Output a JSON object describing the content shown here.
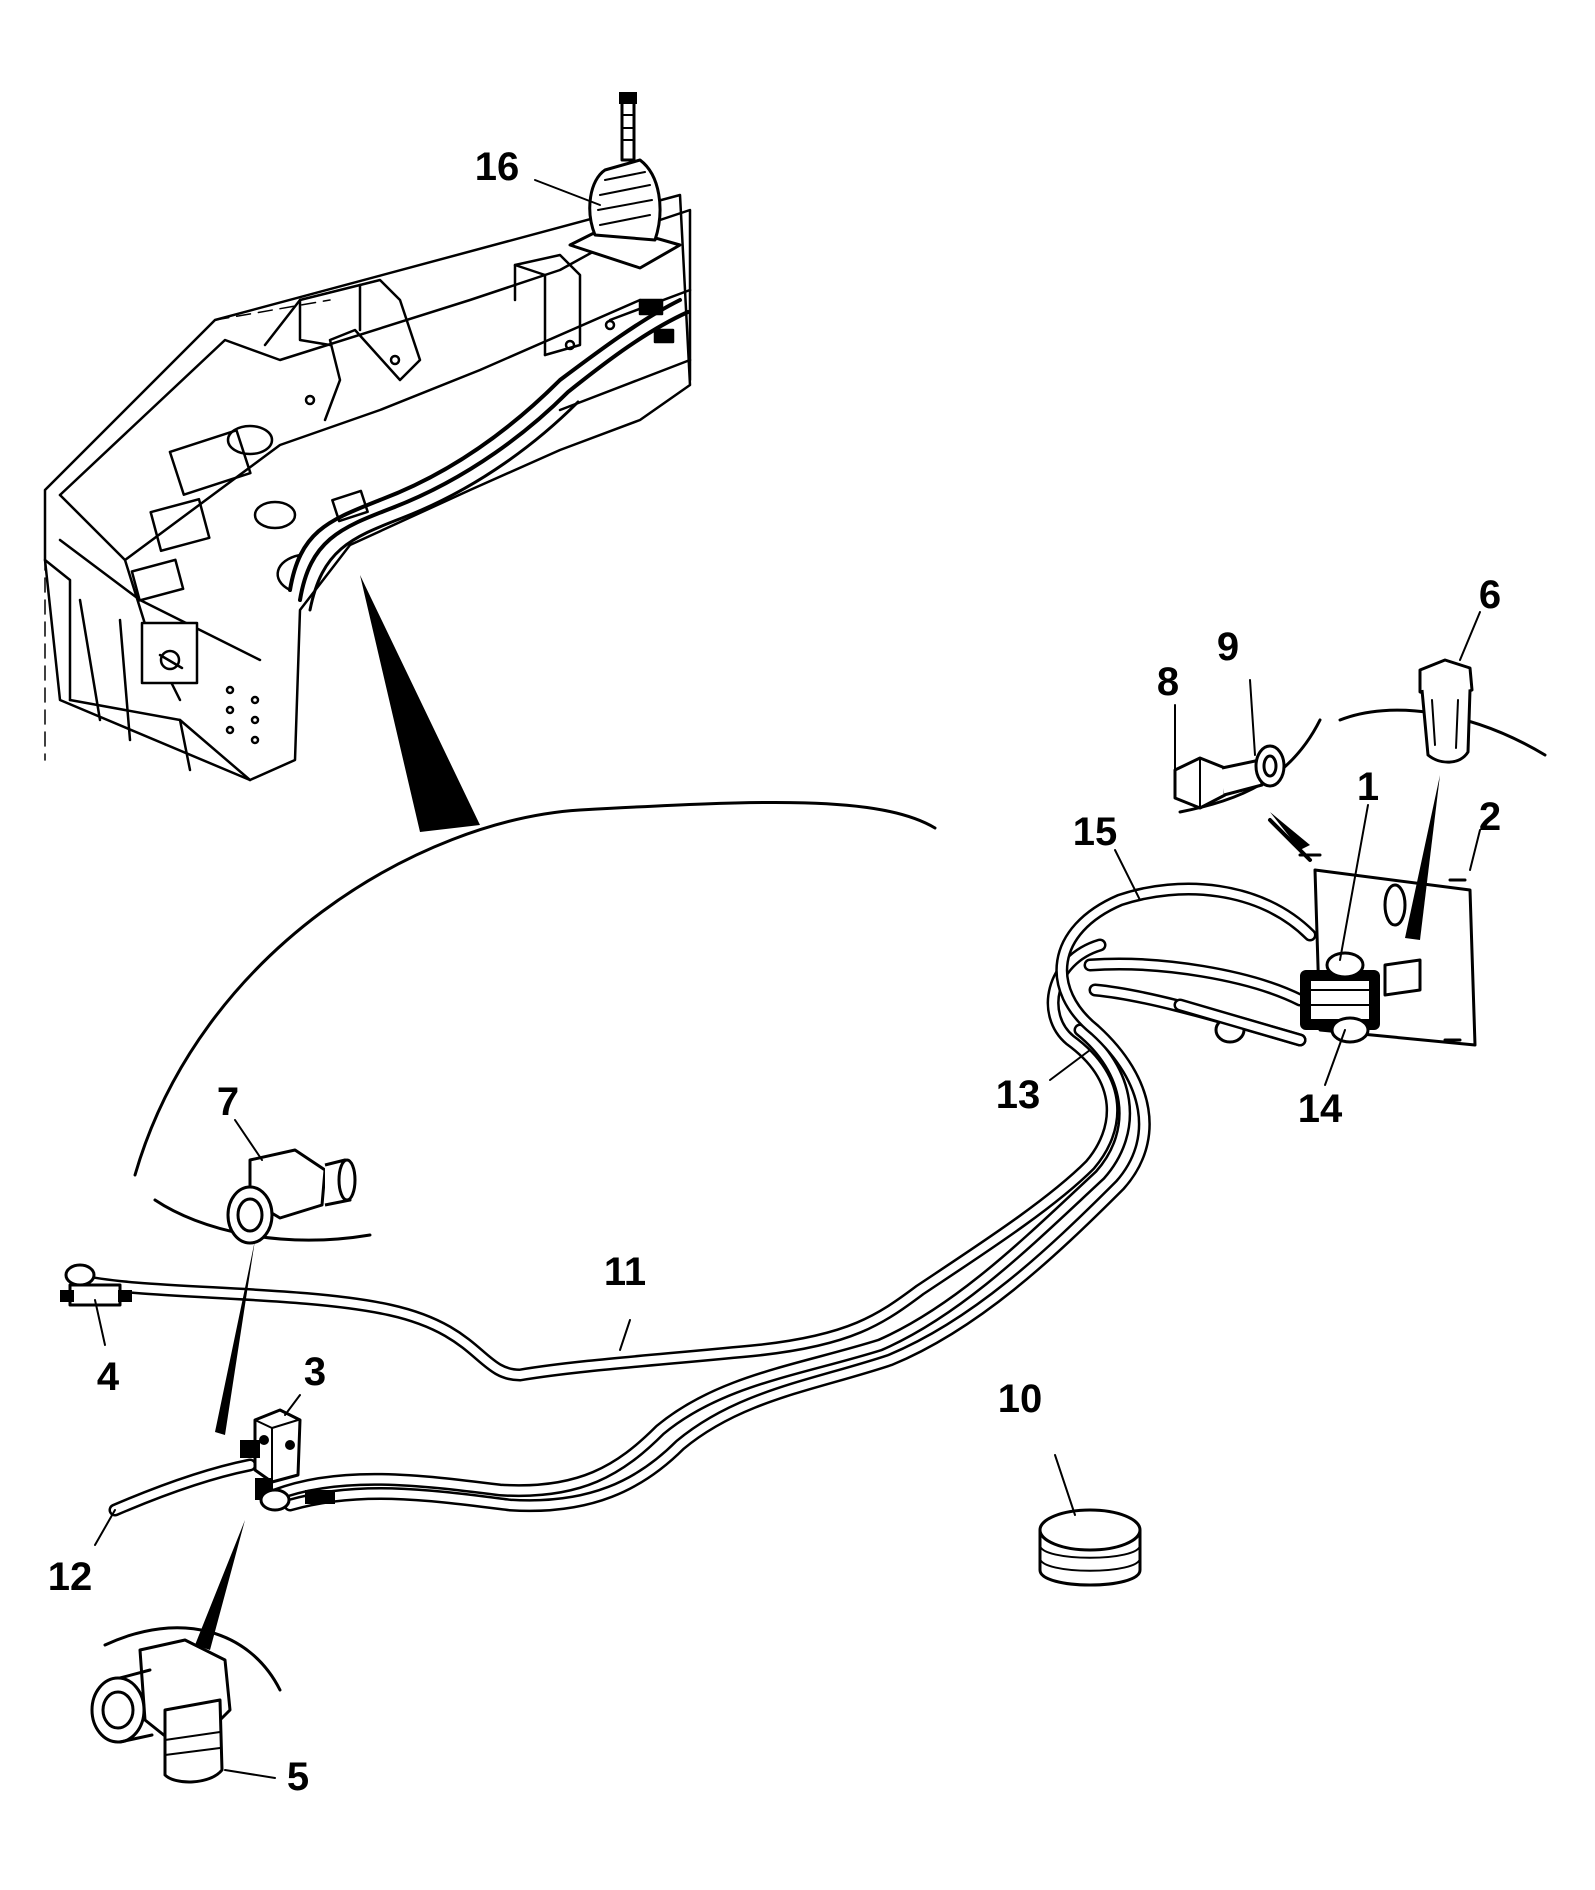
{
  "diagram": {
    "callouts": [
      "1",
      "2",
      "3",
      "4",
      "5",
      "6",
      "7",
      "8",
      "9",
      "10",
      "11",
      "12",
      "13",
      "14",
      "15",
      "16"
    ]
  },
  "colors": {
    "ink": "#000000",
    "paper": "#ffffff"
  }
}
